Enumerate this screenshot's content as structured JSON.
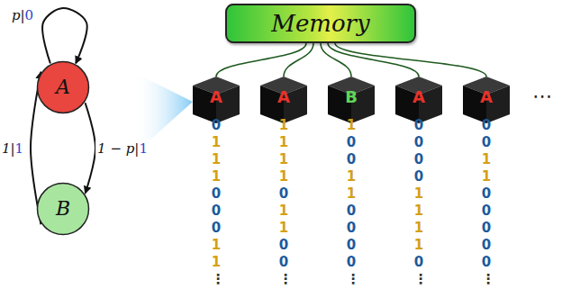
{
  "diagram": {
    "nodes": [
      {
        "text": [
          "A"
        ]
      },
      {
        "text": [
          "B"
        ]
      },
      {
        "text": [
          "Memory"
        ]
      },
      {
        "text": [
          "A"
        ]
      },
      {
        "text": [
          "A"
        ]
      },
      {
        "text": [
          "B"
        ]
      },
      {
        "text": [
          "A"
        ]
      },
      {
        "text": [
          "A"
        ]
      }
    ],
    "edges": [
      {
        "from": 0,
        "to": 0,
        "arrow": "to",
        "label": "p|0"
      },
      {
        "from": 0,
        "to": 1,
        "arrow": "to",
        "label": "1 − p|1"
      },
      {
        "from": 1,
        "to": 0,
        "arrow": "to",
        "label": "1|1"
      },
      {
        "from": 2,
        "to": 3,
        "arrow": "none"
      },
      {
        "from": 2,
        "to": 4,
        "arrow": "none"
      },
      {
        "from": 2,
        "to": 5,
        "arrow": "none"
      },
      {
        "from": 2,
        "to": 6,
        "arrow": "none"
      },
      {
        "from": 2,
        "to": 7,
        "arrow": "none"
      }
    ],
    "labels": [
      "0 1 1 1 0 0 0 1 1 ⋮",
      "1 1 1 1 0 1 1 0 0 ⋮",
      "1 0 0 1 1 0 0 0 0 ⋮",
      "0 0 0 0 1 1 1 1 0 ⋮",
      "0 0 1 1 0 0 0 0 0 ⋮",
      "⋯"
    ]
  }
}
